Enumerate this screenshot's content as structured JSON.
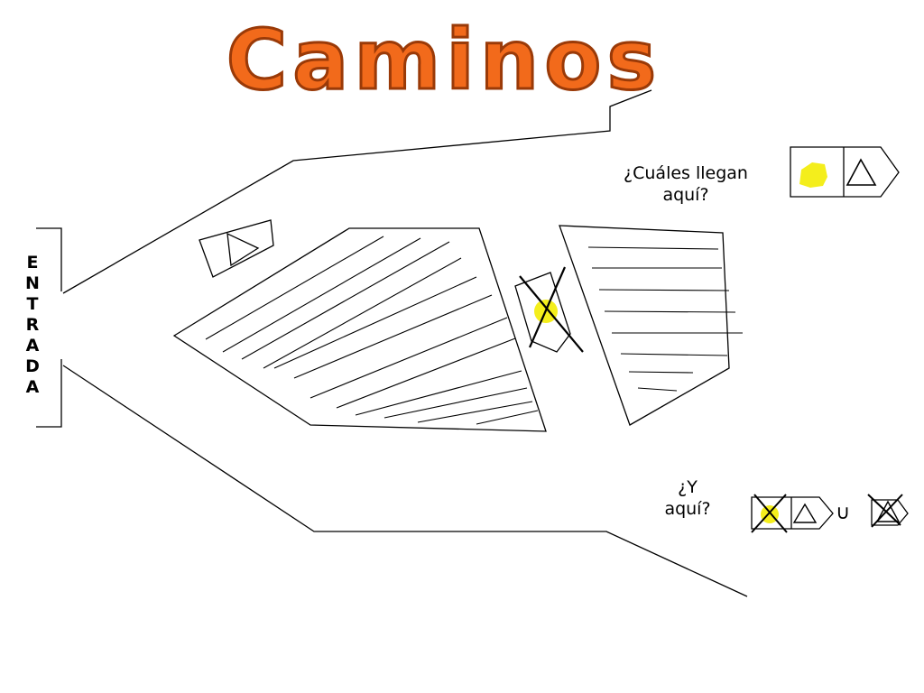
{
  "title": "Caminos",
  "entrance_letters": [
    "E",
    "N",
    "T",
    "R",
    "A",
    "D",
    "A"
  ],
  "question_1": {
    "line1": "¿Cuáles llegan",
    "line2": "aquí?"
  },
  "question_2": {
    "line1": "¿Y",
    "line2": "aquí?"
  },
  "union_symbol": "∪",
  "colors": {
    "title_fill": "#f26a1b",
    "title_stroke": "#9a3a08",
    "yellow_mark": "#f4ee1c",
    "line": "#000000"
  },
  "icons": [
    "triangle-shape-icon",
    "yellow-blob-icon",
    "cross-out-icon",
    "arrow-tag-icon"
  ]
}
